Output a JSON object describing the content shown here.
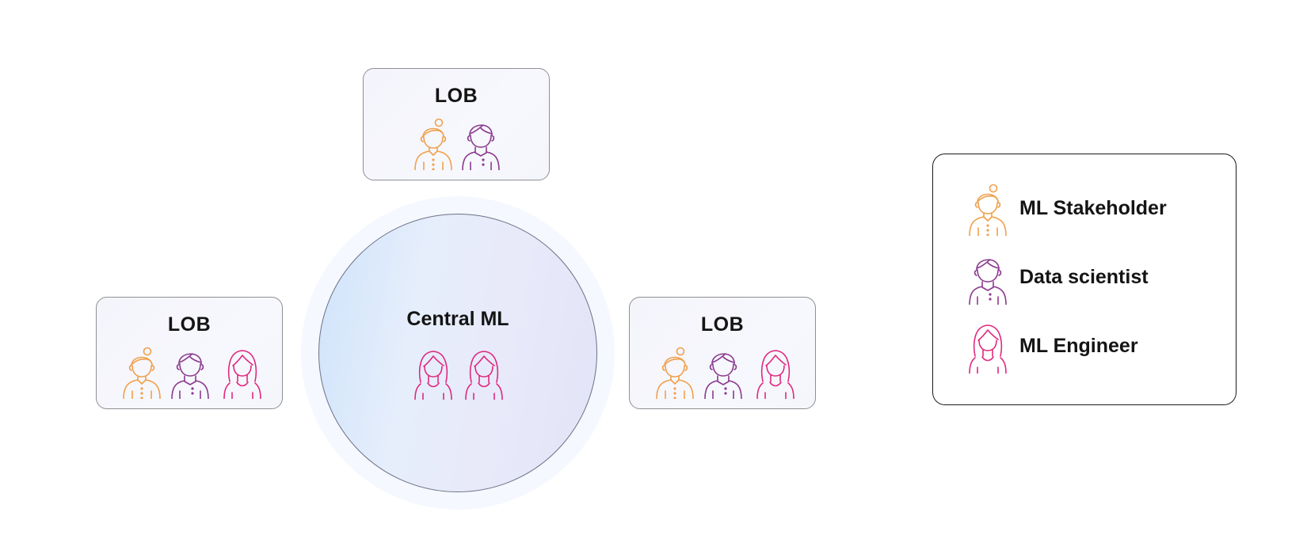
{
  "diagram": {
    "lob_boxes": [
      {
        "label": "LOB",
        "roles": [
          "stakeholder",
          "scientist"
        ]
      },
      {
        "label": "LOB",
        "roles": [
          "stakeholder",
          "scientist",
          "engineer"
        ]
      },
      {
        "label": "LOB",
        "roles": [
          "stakeholder",
          "scientist",
          "engineer"
        ]
      }
    ],
    "central": {
      "label": "Central ML",
      "roles": [
        "engineer",
        "engineer"
      ]
    }
  },
  "legend": {
    "items": [
      {
        "label": "ML Stakeholder",
        "icon": "stakeholder-icon",
        "color": "#f0a04b"
      },
      {
        "label": "Data scientist",
        "icon": "data-scientist-icon",
        "color": "#8b3a8f"
      },
      {
        "label": "ML Engineer",
        "icon": "ml-engineer-icon",
        "color": "#e0287f"
      }
    ]
  },
  "colors": {
    "stakeholder": "#f0a04b",
    "scientist": "#8b3a8f",
    "engineer": "#e0287f"
  }
}
